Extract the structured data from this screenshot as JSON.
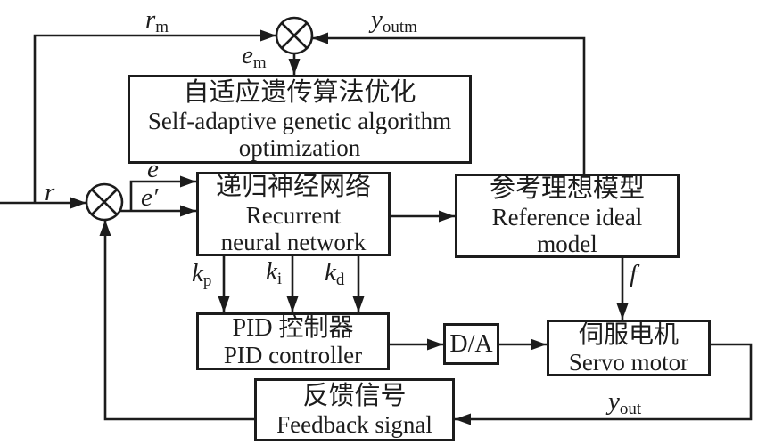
{
  "colors": {
    "line": "#1c1c1c",
    "background": "#ffffff"
  },
  "boxes": {
    "genetic": {
      "zh": "自适应遗传算法优化",
      "en1": "Self-adaptive genetic algorithm",
      "en2": "optimization"
    },
    "rnn": {
      "zh": "递归神经网络",
      "en1": "Recurrent",
      "en2": "neural network"
    },
    "reference": {
      "zh": "参考理想模型",
      "en1": "Reference ideal",
      "en2": "model"
    },
    "pid": {
      "zh": "PID 控制器",
      "en": "PID controller"
    },
    "da": {
      "label": "D/A"
    },
    "servo": {
      "zh": "伺服电机",
      "en": "Servo motor"
    },
    "feedback": {
      "zh": "反馈信号",
      "en": "Feedback signal"
    }
  },
  "labels": {
    "r": {
      "main": "r",
      "sub": ""
    },
    "rm": {
      "main": "r",
      "sub": "m"
    },
    "youtm": {
      "main": "y",
      "sub": "outm"
    },
    "em": {
      "main": "e",
      "sub": "m"
    },
    "e": {
      "main": "e",
      "sub": ""
    },
    "eprime": {
      "main": "e′",
      "sub": ""
    },
    "kp": {
      "main": "k",
      "sub": "p"
    },
    "ki": {
      "main": "k",
      "sub": "i"
    },
    "kd": {
      "main": "k",
      "sub": "d"
    },
    "f": {
      "main": "f",
      "sub": ""
    },
    "yout": {
      "main": "y",
      "sub": "out"
    }
  }
}
